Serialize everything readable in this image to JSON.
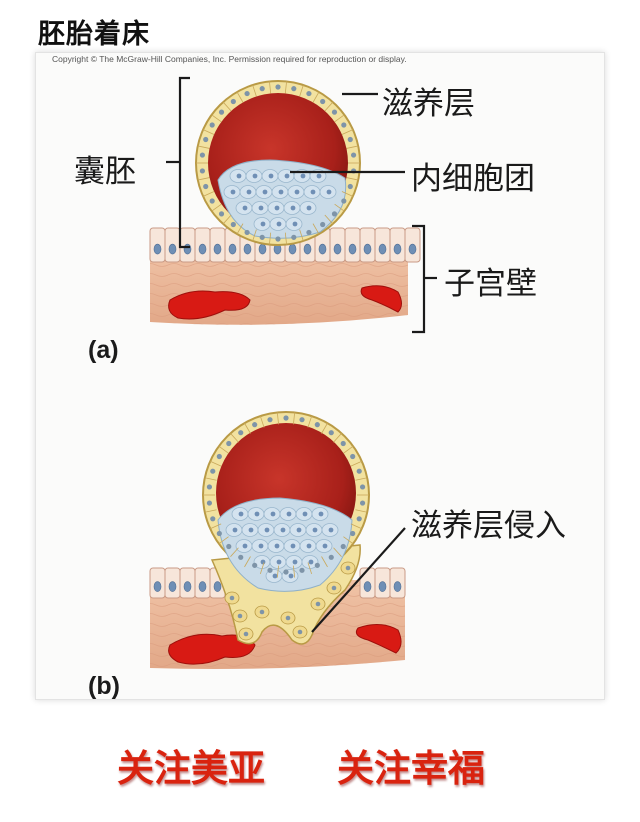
{
  "title": "胚胎着床",
  "copyright": "Copyright © The McGraw-Hill Companies, Inc. Permission required for reproduction or display.",
  "panel_a": {
    "letter": "(a)",
    "labels": {
      "blastocyst": "囊胚",
      "trophoblast": "滋养层",
      "inner_cell_mass": "内细胞团",
      "uterine_wall": "子宫壁"
    }
  },
  "panel_b": {
    "letter": "(b)",
    "labels": {
      "trophoblast_invasion": "滋养层侵入"
    }
  },
  "footer": {
    "left": "关注美亚",
    "right": "关注幸福"
  },
  "colors": {
    "footer_red": "#d9230f",
    "cavity_red": "#a8201a",
    "blood_red": "#d81a14",
    "trophoblast_yellow": "#f2e2a0",
    "cell_blue": "#c9dbe8",
    "tissue": "#eab597"
  }
}
